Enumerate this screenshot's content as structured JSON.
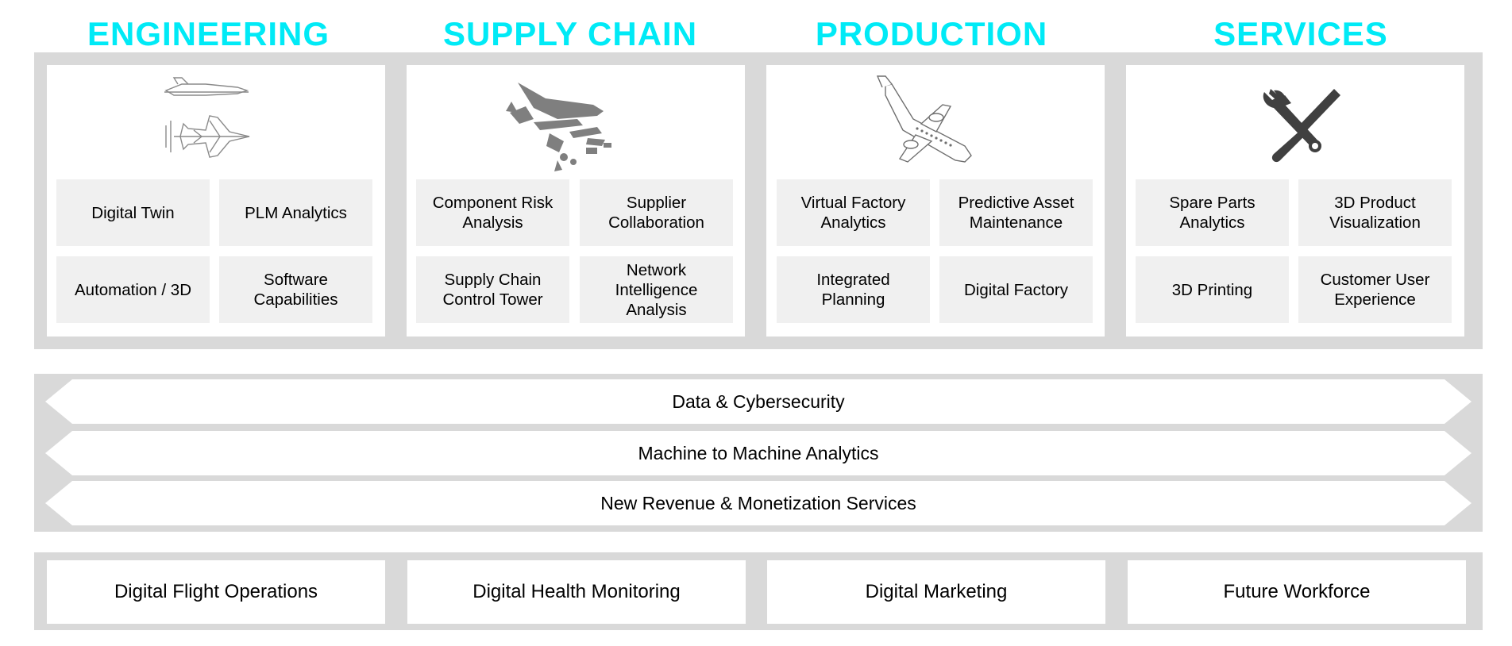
{
  "columns": [
    {
      "title": "ENGINEERING",
      "icon": "fighter-jet-blueprint-icon",
      "tiles": [
        "Digital Twin",
        "PLM Analytics",
        "Automation / 3D",
        "Software\nCapabilities"
      ]
    },
    {
      "title": "SUPPLY CHAIN",
      "icon": "exploded-aircraft-parts-icon",
      "tiles": [
        "Component Risk\nAnalysis",
        "Supplier\nCollaboration",
        "Supply Chain\nControl Tower",
        "Network\nIntelligence\nAnalysis"
      ]
    },
    {
      "title": "PRODUCTION",
      "icon": "airliner-sketch-icon",
      "tiles": [
        "Virtual Factory\nAnalytics",
        "Predictive Asset\nMaintenance",
        "Integrated\nPlanning",
        "Digital Factory"
      ]
    },
    {
      "title": "SERVICES",
      "icon": "wrench-screwdriver-icon",
      "tiles": [
        "Spare Parts\nAnalytics",
        "3D Product\nVisualization",
        "3D Printing",
        "Customer User\nExperience"
      ]
    }
  ],
  "bands": [
    "Data & Cybersecurity",
    "Machine to Machine Analytics",
    "New Revenue & Monetization Services"
  ],
  "footer": [
    "Digital Flight Operations",
    "Digital Health Monitoring",
    "Digital Marketing",
    "Future Workforce"
  ],
  "colors": {
    "heading": "#00eaf6",
    "band_gray": "#d9d9d9",
    "tile_gray": "#f0f0f0",
    "icon_gray": "#7f7f7f",
    "icon_dark": "#404040"
  }
}
